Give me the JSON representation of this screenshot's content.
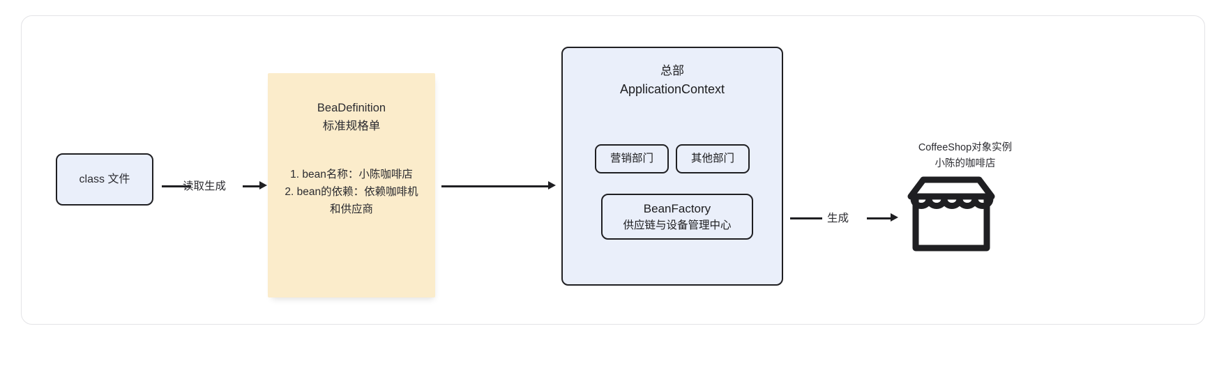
{
  "diagram": {
    "nodes": {
      "class_file": {
        "label": "class 文件"
      },
      "bean_definition": {
        "title_en": "BeaDefinition",
        "title_cn": "标准规格单",
        "line1": "1. bean名称：小陈咖啡店",
        "line2": "2. bean的依赖：依赖咖啡机",
        "line3": "和供应商"
      },
      "application_context": {
        "title_cn": "总部",
        "title_en": "ApplicationContext",
        "departments": [
          {
            "label": "营销部门"
          },
          {
            "label": "其他部门"
          }
        ],
        "bean_factory": {
          "title_en": "BeanFactory",
          "title_cn": "供应链与设备管理中心"
        }
      },
      "result": {
        "line1": "CoffeeShop对象实例",
        "line2": "小陈的咖啡店",
        "icon": "storefront-icon"
      }
    },
    "edges": [
      {
        "label": "读取生成"
      },
      {
        "label": ""
      },
      {
        "label": "生成"
      }
    ],
    "colors": {
      "yellow_fill": "#fbeccb",
      "blue_fill": "#eaeffa",
      "stroke": "#1f1f22",
      "frame_border": "#e3e3e6",
      "text": "#1c1c1e",
      "background": "#ffffff"
    }
  }
}
